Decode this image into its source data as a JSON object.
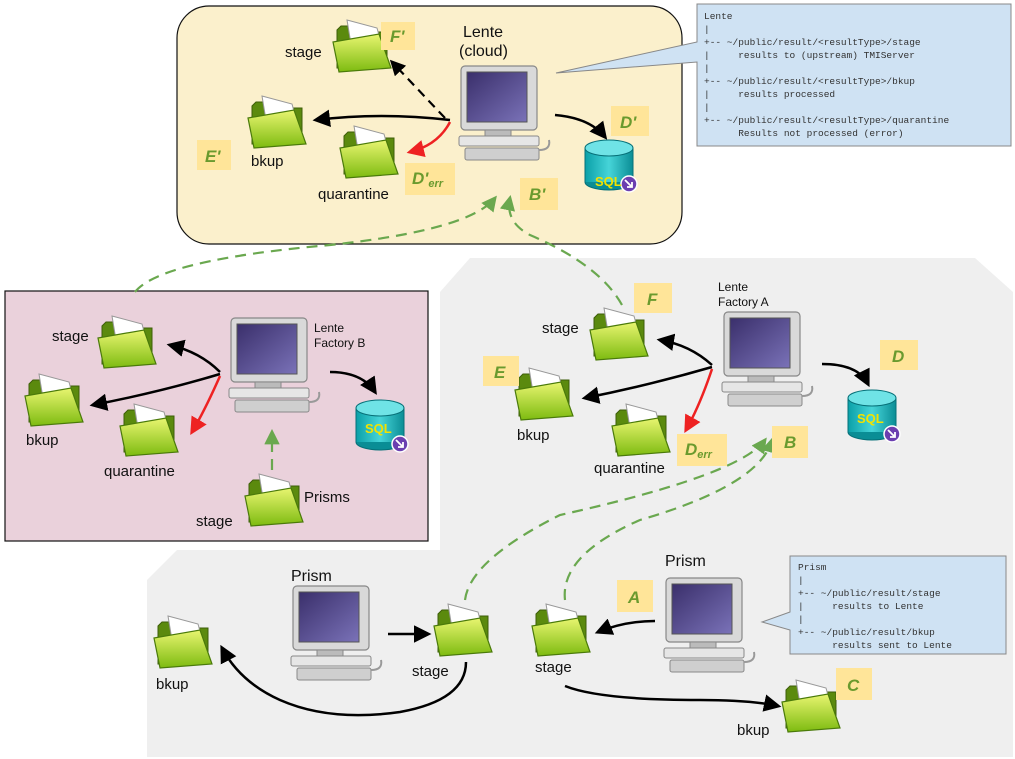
{
  "cloud": {
    "title_line1": "Lente",
    "title_line2": "(cloud)",
    "stage": "stage",
    "bkup": "bkup",
    "quarantine": "quarantine",
    "tag_f": "F'",
    "tag_e": "E'",
    "tag_d": "D'",
    "tag_derr": "D'",
    "tag_derr_sub": "err",
    "tag_b": "B'",
    "db": "SQL"
  },
  "cloud_callout": {
    "lines": [
      "Lente",
      "|",
      "+-- ~/public/result/<resultType>/stage",
      "|     results to (upstream) TMIServer",
      "|",
      "+-- ~/public/result/<resultType>/bkup",
      "|     results processed",
      "|",
      "+-- ~/public/result/<resultType>/quarantine",
      "      Results not processed (error)"
    ]
  },
  "factory_b": {
    "title_line1": "Lente",
    "title_line2": "Factory B",
    "stage": "stage",
    "bkup": "bkup",
    "quarantine": "quarantine",
    "prisms_stage": "stage",
    "prisms": "Prisms",
    "db": "SQL"
  },
  "factory_a": {
    "title_line1": "Lente",
    "title_line2": "Factory A",
    "stage": "stage",
    "bkup": "bkup",
    "quarantine": "quarantine",
    "tag_f": "F",
    "tag_e": "E",
    "tag_d": "D",
    "tag_derr": "D",
    "tag_derr_sub": "err",
    "tag_b": "B",
    "db": "SQL"
  },
  "prism_left": {
    "title": "Prism",
    "stage": "stage",
    "bkup": "bkup"
  },
  "prism_right": {
    "title": "Prism",
    "stage": "stage",
    "bkup": "bkup",
    "tag_a": "A",
    "tag_c": "C"
  },
  "prism_callout": {
    "lines": [
      "Prism",
      "|",
      "+-- ~/public/result/stage",
      "|     results to Lente",
      "|",
      "+-- ~/public/result/bkup",
      "      results sent to Lente"
    ]
  },
  "colors": {
    "cloud_bg": "#fbf0cc",
    "factory_b_bg": "#ead1db",
    "grey_bg": "#efefef",
    "callout_bg": "#cfe2f3",
    "tag_bg": "#ffe599",
    "arrow_green": "#6aa84f",
    "arrow_red": "#ee2222"
  }
}
